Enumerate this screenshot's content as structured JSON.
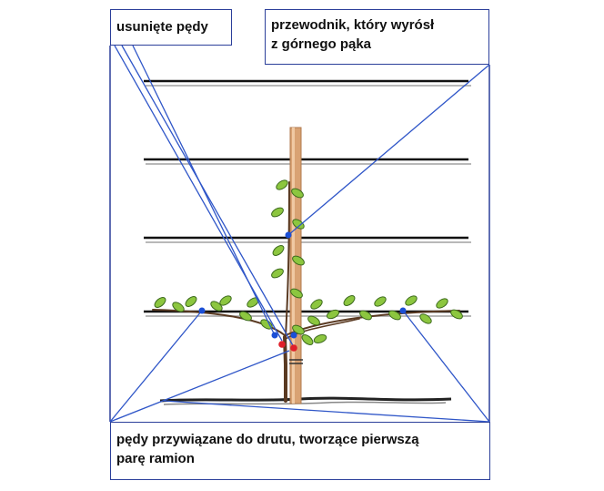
{
  "labels": {
    "removed_shoots": "usunięte pędy",
    "leader_line1": "przewodnik, który wyrósł",
    "leader_line2": "z górnego pąka",
    "tied_line1": "pędy przywiązane do drutu, tworzące pierwszą",
    "tied_line2": "parę ramion"
  },
  "colors": {
    "frame": "#2b3f9a",
    "callout_line": "#2f56c8",
    "wire": "#111111",
    "wire_shadow": "#b8b8b8",
    "post": "#d9a273",
    "post_edge": "#b07a4e",
    "leaf": "#8cc63f",
    "leaf_edge": "#3e6b1f",
    "tie_blue": "#1b4fd6",
    "tie_red": "#e0202a",
    "ground": "#222222"
  }
}
